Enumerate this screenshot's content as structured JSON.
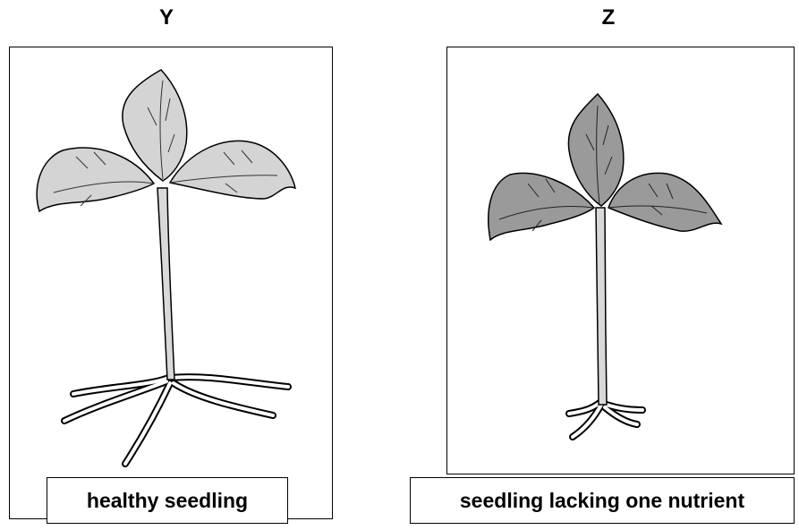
{
  "panels": [
    {
      "id": "Y",
      "caption": "healthy seedling"
    },
    {
      "id": "Z",
      "caption": "seedling lacking one nutrient"
    }
  ],
  "colors": {
    "healthy_leaf": "#d4d4d4",
    "deficient_leaf": "#9a9a9a",
    "stem": "#d9d9d9",
    "outline": "#000000"
  }
}
